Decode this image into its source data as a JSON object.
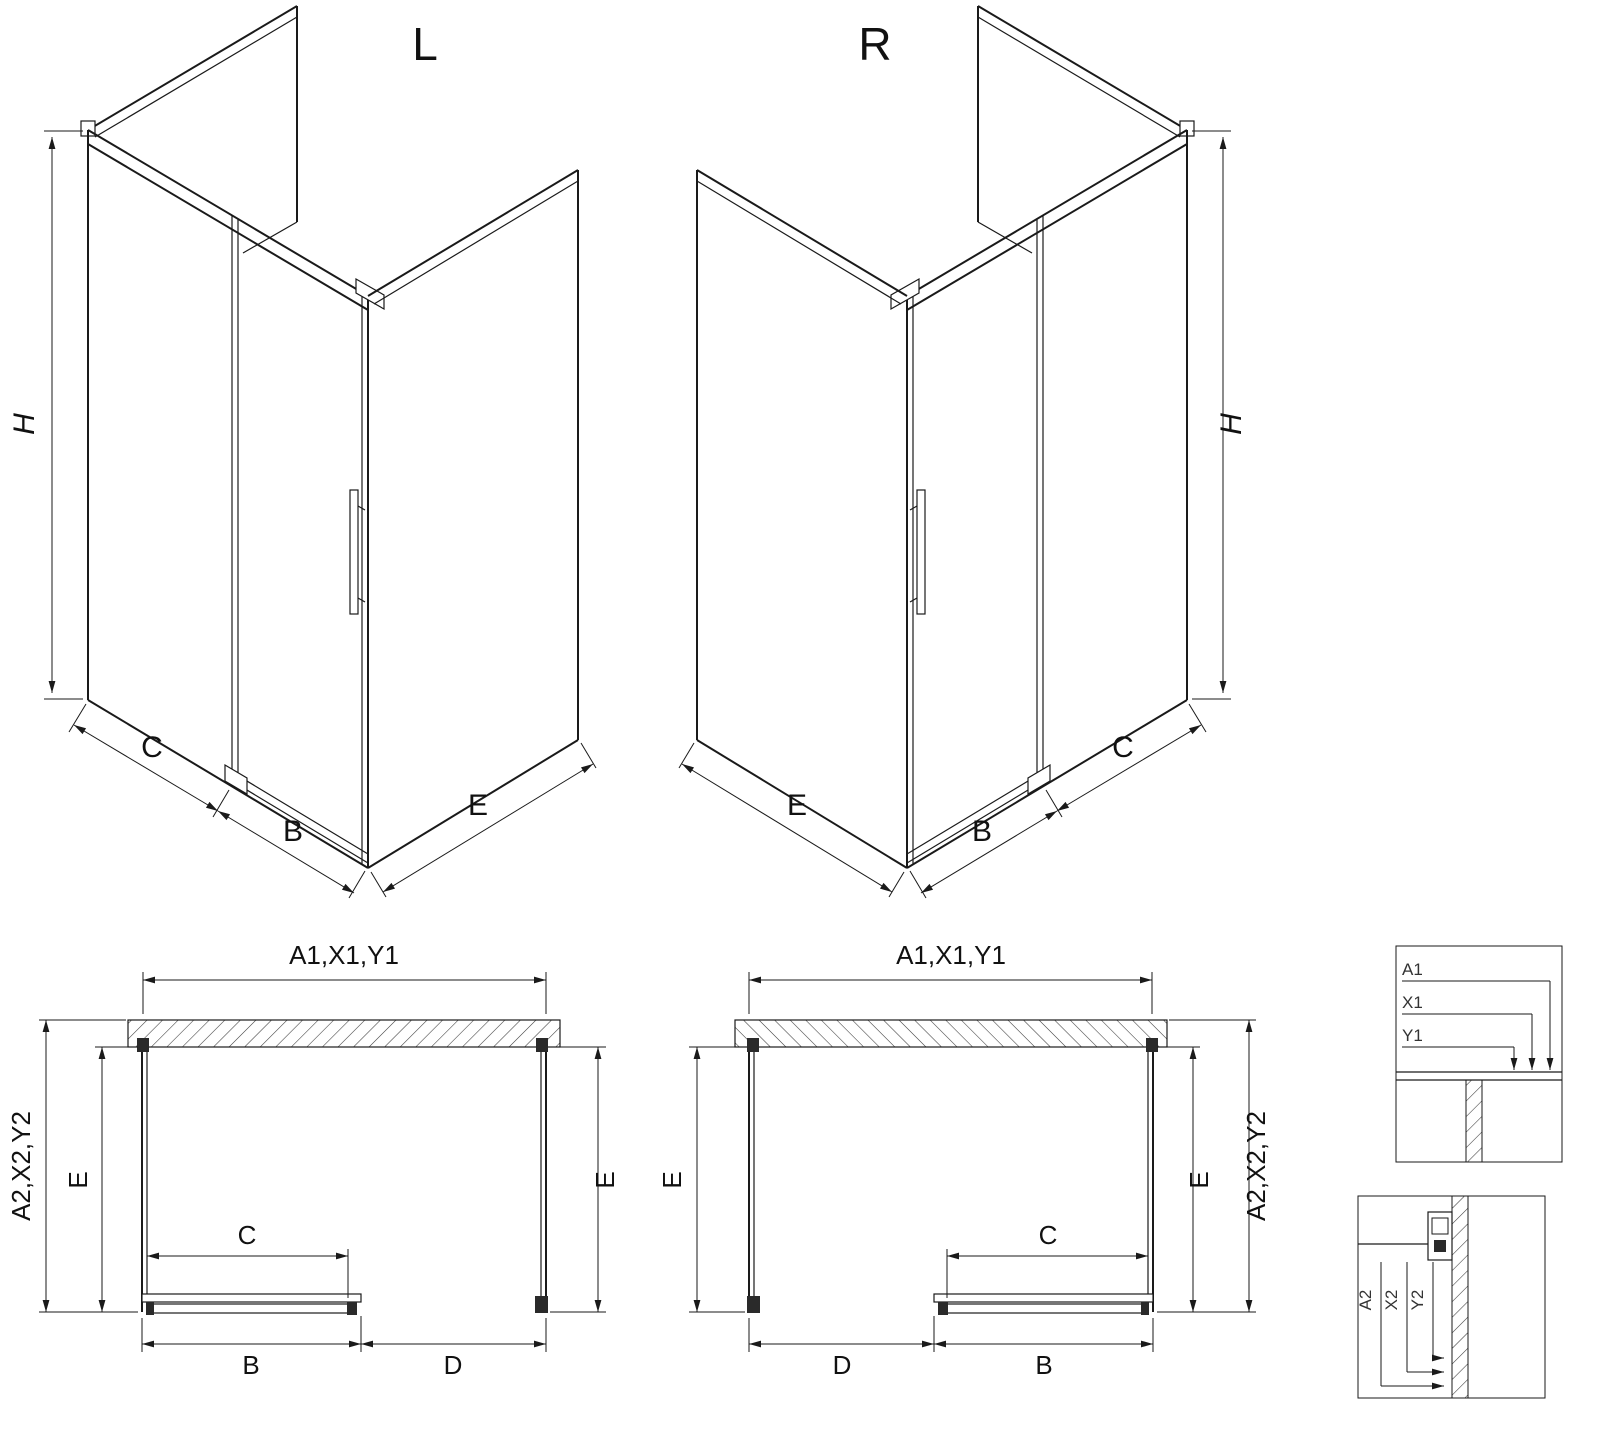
{
  "canvas": {
    "background": "#ffffff",
    "line_color": "#1a1a1a"
  },
  "iso_views": {
    "left": {
      "label": "L",
      "height_dim": "H",
      "bottom_dims": [
        "C",
        "B",
        "E"
      ]
    },
    "right": {
      "label": "R",
      "height_dim": "H",
      "bottom_dims": [
        "E",
        "B",
        "C"
      ]
    }
  },
  "plan_views": {
    "left": {
      "width_dim": "A1,X1,Y1",
      "depth_dim": "A2,X2,Y2",
      "side_left": "E",
      "side_right": "E",
      "opening_dim": "C",
      "front_dims": [
        "B",
        "D"
      ]
    },
    "right": {
      "width_dim": "A1,X1,Y1",
      "depth_dim": "A2,X2,Y2",
      "side_left": "E",
      "side_right": "E",
      "opening_dim": "C",
      "front_dims": [
        "D",
        "B"
      ]
    }
  },
  "details": {
    "wall_profile_top": {
      "labels": [
        "A1",
        "X1",
        "Y1"
      ]
    },
    "wall_profile_side": {
      "labels": [
        "A2",
        "X2",
        "Y2"
      ]
    }
  }
}
